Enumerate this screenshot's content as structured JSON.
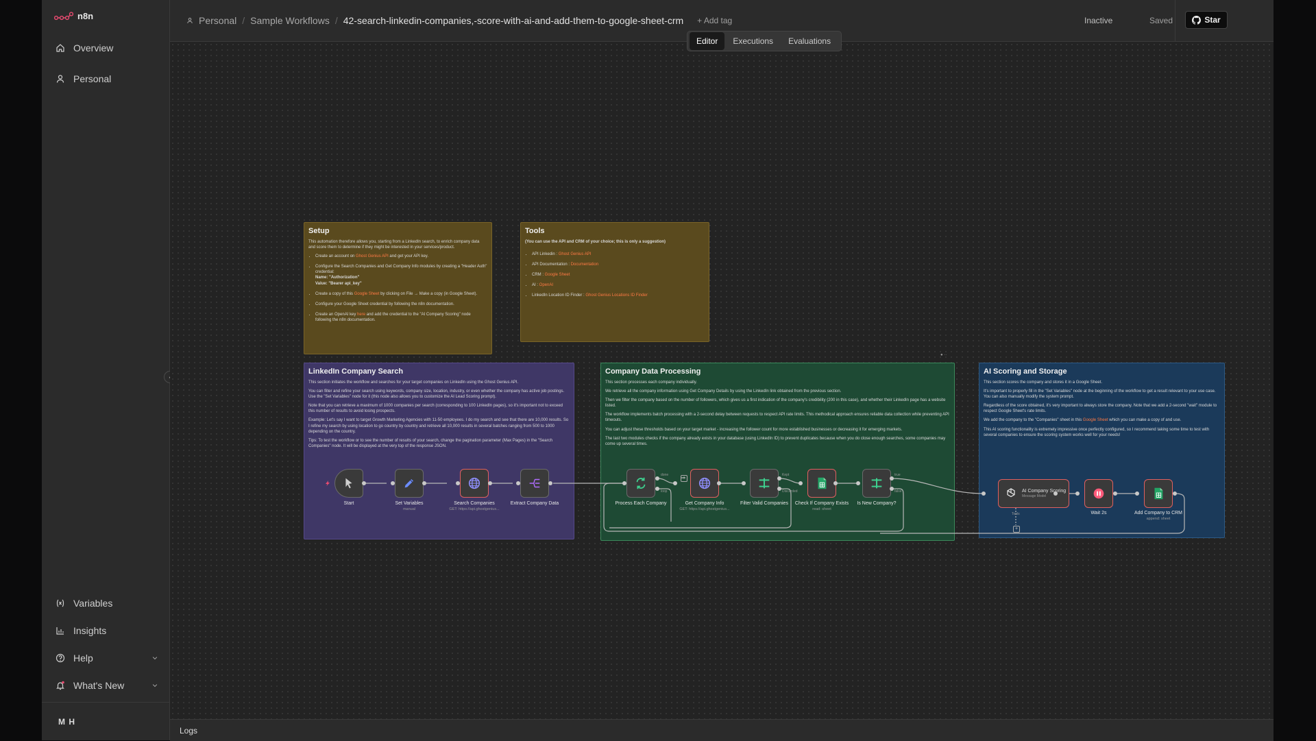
{
  "brand": {
    "name": "n8n"
  },
  "sidebar": {
    "top_items": [
      {
        "label": "Overview",
        "icon": "home-icon"
      },
      {
        "label": "Personal",
        "icon": "user-icon"
      }
    ],
    "bottom_items": [
      {
        "label": "Variables",
        "icon": "variables-icon"
      },
      {
        "label": "Insights",
        "icon": "chart-icon"
      },
      {
        "label": "Help",
        "icon": "help-icon"
      },
      {
        "label": "What's New",
        "icon": "bell-icon"
      }
    ],
    "user_initials": "M H"
  },
  "header": {
    "breadcrumb": [
      "Personal",
      "Sample Workflows",
      "42-search-linkedin-companies,-score-with-ai-and-add-them-to-google-sheet-crm"
    ],
    "add_tag": "+ Add tag",
    "status": "Inactive",
    "saved": "Saved",
    "star": "Star"
  },
  "tabs": [
    "Editor",
    "Executions",
    "Evaluations"
  ],
  "active_tab": "Editor",
  "logs": "Logs",
  "notes": {
    "setup": {
      "title": "Setup",
      "intro": "This automation therefore allows you, starting from a LinkedIn search, to enrich company data and score them to determine if they might be interested in your services/product.",
      "i1a": "Create an account on ",
      "i1link": "Ghost Genius API",
      "i1b": " and get your API key.",
      "i2": "Configure the Search Companies and Get Company Info modules by creating a \"Header Auth\" credential:",
      "i2name": "Name: \"Authorization\"",
      "i2value": "Value: \"Bearer api_key\"",
      "i3a": "Create a copy of this ",
      "i3link": "Google Sheet",
      "i3b": " by clicking on File → Make a copy (in Google Sheet).",
      "i4": "Configure your Google Sheet credential by following the n8n documentation.",
      "i5a": "Create an OpenAI key ",
      "i5link": "here",
      "i5b": " and add the credential to the \"AI Company Scoring\" node following the n8n documentation."
    },
    "tools": {
      "title": "Tools",
      "subtitle": "(You can use the API and CRM of your choice; this is only a suggestion)",
      "items": [
        {
          "label": "API Linkedin : ",
          "link": "Ghost Genius API"
        },
        {
          "label": "API Documentation : ",
          "link": "Documentation"
        },
        {
          "label": "CRM : ",
          "link": "Google Sheet"
        },
        {
          "label": "AI : ",
          "link": "OpenAI"
        },
        {
          "label": "LinkedIn Location ID Finder : ",
          "link": "Ghost Genius Locations ID Finder"
        }
      ]
    },
    "linkedin": {
      "title": "LinkedIn Company Search",
      "p1": "This section initiates the workflow and searches for your target companies on LinkedIn using the Ghost Genius API.",
      "p2": "You can filter and refine your search using keywords, company size, location, industry, or even whether the company has active job postings. Use the \"Set Variables\" node for it (this node also allows you to customize the AI Lead Scoring prompt).",
      "p3": "Note that you can retrieve a maximum of 1000 companies per search (corresponding to 100 LinkedIn pages), so it's important not to exceed this number of results to avoid losing prospects.",
      "p4": "Example: Let's say I want to target Growth Marketing Agencies with 11-50 employees. I do my search and see that there are 10,000 results. So I refine my search by using location to go country by country and retrieve all 10,000 results in several batches ranging from 500 to 1000 depending on the country.",
      "p5": "Tips: To test the workflow or to see the number of results of your search, change the pagination parameter (Max Pages) in the \"Search Companies\" node. It will be displayed at the very top of the response JSON."
    },
    "cdp": {
      "title": "Company Data Processing",
      "p1": "This section processes each company individually.",
      "p2": "We retrieve all the company information using Get Company Details by using the LinkedIn link obtained from the previous section.",
      "p3": "Then we filter the company based on the number of followers, which gives us a first indication of the company's credibility (200 in this case), and whether their LinkedIn page has a website listed.",
      "p4": "The workflow implements batch processing with a 2-second delay between requests to respect API rate limits. This methodical approach ensures reliable data collection while preventing API timeouts.",
      "p5": "You can adjust these thresholds based on your target market - increasing the follower count for more established businesses or decreasing it for emerging markets.",
      "p6": "The last two modules checks if the company already exists in your database (using LinkedIn ID) to prevent duplicates because when you do close enough searches, some companies may come up several times."
    },
    "ai": {
      "title": "AI Scoring and Storage",
      "p1": "This section scores the company and stores it in a Google Sheet.",
      "p2": "It's important to properly fill in the \"Set Variables\" node at the beginning of the workflow to get a result relevant to your use case. You can also manually modify the system prompt.",
      "p3": "Regardless of the score obtained, it's very important to always store the company. Note that we add a 2-second \"wait\" module to respect Google Sheet's rate limits.",
      "p4a": "We add the company to the \"Companies\" sheet in this ",
      "p4link": "Google Sheet",
      "p4b": " which you can make a copy of and use.",
      "p5": "This AI scoring functionality is extremely impressive once perfectly configured, so I recommend taking some time to test with several companies to ensure the scoring system works well for your needs!"
    }
  },
  "nodes": {
    "start": {
      "label": "Start"
    },
    "set_vars": {
      "label": "Set Variables",
      "sub": "manual"
    },
    "search": {
      "label": "Search Companies",
      "sub": "GET: https://api.ghostgenius..."
    },
    "extract": {
      "label": "Extract Company Data"
    },
    "process": {
      "label": "Process Each Company"
    },
    "get_info": {
      "label": "Get Company Info",
      "sub": "GET: https://api.ghostgenius..."
    },
    "filter": {
      "label": "Filter Valid Companies"
    },
    "check": {
      "label": "Check If Company Exists",
      "sub": "read: sheet"
    },
    "is_new": {
      "label": "Is New Company?"
    },
    "ai": {
      "label": "AI Company Scoring",
      "sub": "Message Model"
    },
    "wait": {
      "label": "Wait 2s"
    },
    "add_crm": {
      "label": "Add Company to CRM",
      "sub": "append: sheet"
    }
  },
  "port_labels": {
    "loop": "loop",
    "done": "done",
    "kept": "Kept",
    "discarded": "Discarded",
    "true": "true",
    "false": "false",
    "tools": "Tools"
  },
  "colors": {
    "setup_note": "#5a4a1e",
    "linkedin_note": "#3f3766",
    "cdp_note": "#1e4a34",
    "ai_note": "#1b3a5a",
    "link": "#ff7a45",
    "node_error": "#e06060"
  }
}
